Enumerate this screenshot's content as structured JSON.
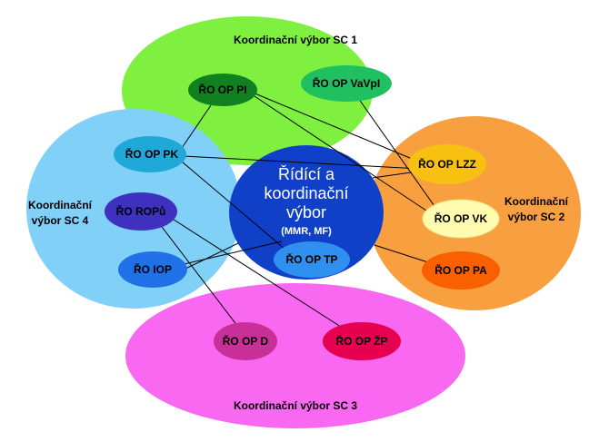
{
  "committees": {
    "sc1": {
      "label": "Koordinační výbor SC 1",
      "color": "#80f040"
    },
    "sc2": {
      "label_lines": [
        "Koordinační",
        "výbor SC 2"
      ],
      "color": "#f8a040"
    },
    "sc3": {
      "label": "Koordinační výbor SC 3",
      "color": "#f868f0"
    },
    "sc4": {
      "label_lines": [
        "Koordinační",
        "výbor SC 4"
      ],
      "color": "#80d0f8"
    }
  },
  "center": {
    "title_lines": [
      "Řídící a",
      "koordinační",
      "výbor"
    ],
    "subtitle": "(MMR, MF)",
    "color": "#1040c8"
  },
  "nodes": {
    "pi": {
      "label": "ŘO OP PI",
      "color": "#108020",
      "text_color": "#000000"
    },
    "vavpi": {
      "label": "ŘO OP VaVpI",
      "color": "#20c060",
      "text_color": "#000000"
    },
    "pk": {
      "label": "ŘO OP PK",
      "color": "#20a8d8",
      "text_color": "#000000"
    },
    "ropu": {
      "label": "ŘO ROPů",
      "color": "#4030c0",
      "text_color": "#000000"
    },
    "iop": {
      "label": "ŘO IOP",
      "color": "#2070e8",
      "text_color": "#000000"
    },
    "lzz": {
      "label": "ŘO OP LZZ",
      "color": "#f8c010",
      "text_color": "#000000"
    },
    "vk": {
      "label": "ŘO OP VK",
      "color": "#fffcb0",
      "text_color": "#000000"
    },
    "pa": {
      "label": "ŘO OP PA",
      "color": "#f86000",
      "text_color": "#000000"
    },
    "tp": {
      "label": "ŘO OP TP",
      "color": "#3090f0",
      "text_color": "#000000"
    },
    "d": {
      "label": "ŘO OP D",
      "color": "#c83098",
      "text_color": "#000000"
    },
    "zp": {
      "label": "ŘO OP ŽP",
      "color": "#e80050",
      "text_color": "#000000"
    }
  }
}
